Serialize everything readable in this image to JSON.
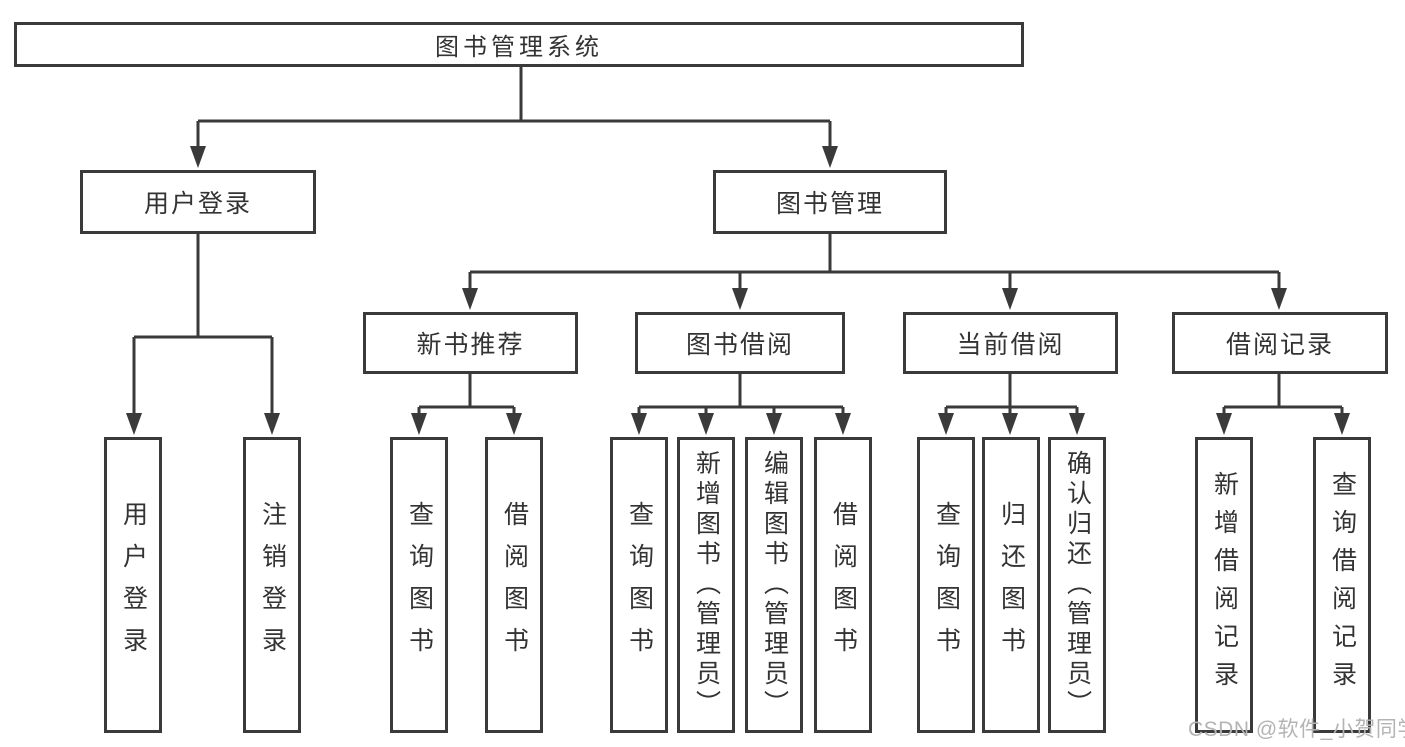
{
  "nodes": {
    "root": "图书管理系统",
    "level2": [
      "用户登录",
      "图书管理"
    ],
    "level3": [
      "新书推荐",
      "图书借阅",
      "当前借阅",
      "借阅记录"
    ],
    "leaves_user_login": [
      "用户登录",
      "注销登录"
    ],
    "leaves_new_book": [
      "查询图书",
      "借阅图书"
    ],
    "leaves_book_borrow": [
      "查询图书",
      "新增图书（管理员）",
      "编辑图书（管理员）",
      "借阅图书"
    ],
    "leaves_current_borrow": [
      "查询图书",
      "归还图书",
      "确认归还（管理员）"
    ],
    "leaves_borrow_record": [
      "新增借阅记录",
      "查询借阅记录"
    ]
  },
  "watermark": "CSDN @软件_小贺同学",
  "colors": {
    "line": "#3a3a3a",
    "text": "#333333",
    "watermark": "#b4b4b4",
    "background": "#ffffff"
  }
}
